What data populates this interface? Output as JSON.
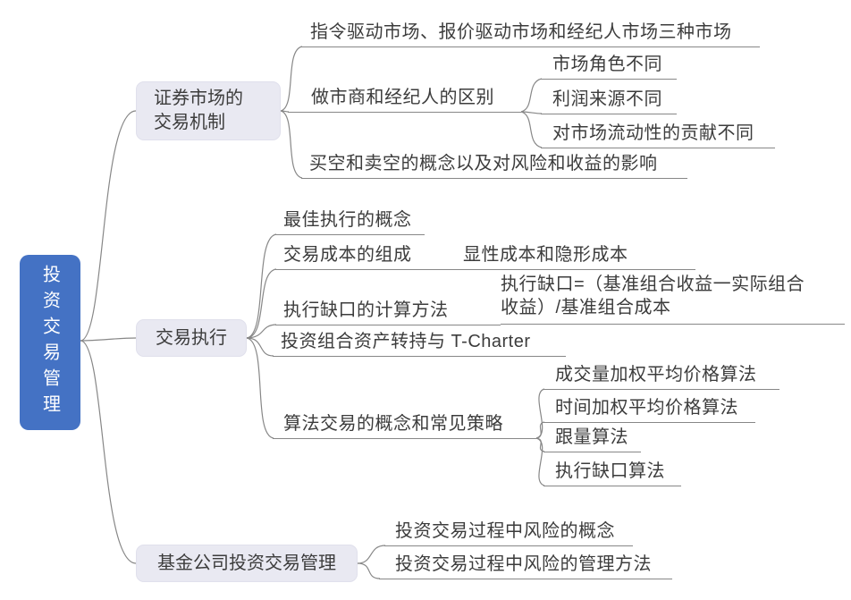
{
  "colors": {
    "root_bg": "#4472C4",
    "branch_bg": "#E9E9F2",
    "line": "#878787",
    "text": "#3C3C3C"
  },
  "root": {
    "label": "投资交易管理"
  },
  "branches": [
    {
      "label": "证券市场的\n交易机制",
      "children": [
        {
          "label": "指令驱动市场、报价驱动市场和经纪人市场三种市场"
        },
        {
          "label": "做市商和经纪人的区别",
          "children": [
            {
              "label": "市场角色不同"
            },
            {
              "label": "利润来源不同"
            },
            {
              "label": "对市场流动性的贡献不同"
            }
          ]
        },
        {
          "label": "买空和卖空的概念以及对风险和收益的影响"
        }
      ]
    },
    {
      "label": "交易执行",
      "children": [
        {
          "label": "最佳执行的概念"
        },
        {
          "label": "交易成本的组成",
          "children": [
            {
              "label": "显性成本和隐形成本"
            }
          ]
        },
        {
          "label": "执行缺口的计算方法",
          "children": [
            {
              "label": "执行缺口=（基准组合收益一实际组合\n收益）/基准组合成本"
            }
          ]
        },
        {
          "label": "投资组合资产转持与 T-Charter"
        },
        {
          "label": "算法交易的概念和常见策略",
          "children": [
            {
              "label": "成交量加权平均价格算法"
            },
            {
              "label": "时间加权平均价格算法"
            },
            {
              "label": "跟量算法"
            },
            {
              "label": "执行缺口算法"
            }
          ]
        }
      ]
    },
    {
      "label": "基金公司投资交易管理",
      "children": [
        {
          "label": "投资交易过程中风险的概念"
        },
        {
          "label": "投资交易过程中风险的管理方法"
        }
      ]
    }
  ]
}
